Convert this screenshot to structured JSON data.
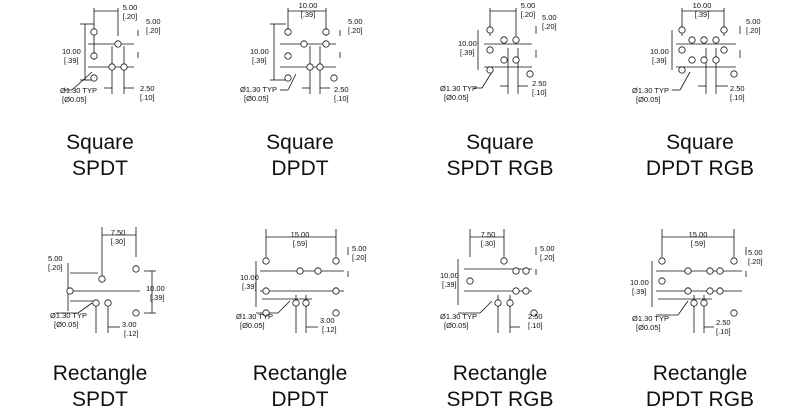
{
  "panels": [
    {
      "caption_shape": "Square",
      "caption_type": "SPDT",
      "dims": {
        "top": "5.00",
        "top_in": "[.20]",
        "right": "5.00",
        "right_in": "[.20]",
        "left": "10.00",
        "left_in": "[.39]",
        "pin": "Ø1.30 TYP",
        "pin_in": "[Ø0.05]",
        "bottom": "2.50",
        "bottom_in": "[.10]"
      }
    },
    {
      "caption_shape": "Square",
      "caption_type": "DPDT",
      "dims": {
        "top": "10.00",
        "top_in": "[.39]",
        "right": "5.00",
        "right_in": "[.20]",
        "left": "10.00",
        "left_in": "[.39]",
        "pin": "Ø1.30 TYP",
        "pin_in": "[Ø0.05]",
        "bottom": "2.50",
        "bottom_in": "[.10]"
      }
    },
    {
      "caption_shape": "Square",
      "caption_type": "SPDT RGB",
      "dims": {
        "top": "5.00",
        "top_in": "[.20]",
        "right": "5.00",
        "right_in": "[.20]",
        "left": "10.00",
        "left_in": "[.39]",
        "pin": "Ø1.30 TYP",
        "pin_in": "[Ø0.05]",
        "bottom": "2.50",
        "bottom_in": "[.10]"
      }
    },
    {
      "caption_shape": "Square",
      "caption_type": "DPDT RGB",
      "dims": {
        "top": "10.00",
        "top_in": "[.39]",
        "right": "5.00",
        "right_in": "[.20]",
        "left": "10.00",
        "left_in": "[.39]",
        "pin": "Ø1.30 TYP",
        "pin_in": "[Ø0.05]",
        "bottom": "2.50",
        "bottom_in": "[.10]"
      }
    },
    {
      "caption_shape": "Rectangle",
      "caption_type": "SPDT",
      "dims": {
        "top": "7.50",
        "top_in": "[.30]",
        "right": "10.00",
        "right_in": "[.39]",
        "left": "5.00",
        "left_in": "[.20]",
        "pin": "Ø1.30 TYP",
        "pin_in": "[Ø0.05]",
        "bottom": "3.00",
        "bottom_in": "[.12]"
      }
    },
    {
      "caption_shape": "Rectangle",
      "caption_type": "DPDT",
      "dims": {
        "top": "15.00",
        "top_in": "[.59]",
        "right": "5.00",
        "right_in": "[.20]",
        "left": "10.00",
        "left_in": "[.39]",
        "pin": "Ø1.30 TYP",
        "pin_in": "[Ø0.05]",
        "bottom": "3.00",
        "bottom_in": "[.12]"
      }
    },
    {
      "caption_shape": "Rectangle",
      "caption_type": "SPDT RGB",
      "dims": {
        "top": "7.50",
        "top_in": "[.30]",
        "right": "5.00",
        "right_in": "[.20]",
        "left": "10.00",
        "left_in": "[.39]",
        "pin": "Ø1.30 TYP",
        "pin_in": "[Ø0.05]",
        "bottom": "2.50",
        "bottom_in": "[.10]"
      }
    },
    {
      "caption_shape": "Rectangle",
      "caption_type": "DPDT RGB",
      "dims": {
        "top": "15.00",
        "top_in": "[.59]",
        "right": "5.00",
        "right_in": "[.20]",
        "left": "10.00",
        "left_in": "[.39]",
        "pin": "Ø1.30 TYP",
        "pin_in": "[Ø0.05]",
        "bottom": "2.50",
        "bottom_in": "[.10]"
      }
    }
  ]
}
